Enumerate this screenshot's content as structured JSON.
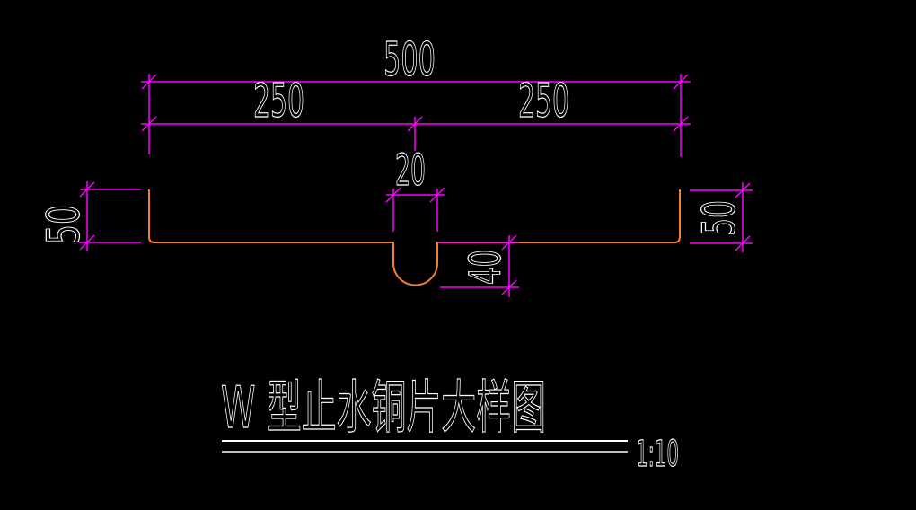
{
  "drawing": {
    "title": "W 型止水铜片大样图",
    "scale_label": "1:10"
  },
  "dims": {
    "total_width": "500",
    "left_half": "250",
    "right_half": "250",
    "notch_width": "20",
    "notch_depth": "40",
    "left_flange_height": "50",
    "right_flange_height": "50"
  },
  "colors": {
    "background": "#000000",
    "profile": "#F08232",
    "dimension": "#FF00FF",
    "text": "#FFFFFF"
  }
}
